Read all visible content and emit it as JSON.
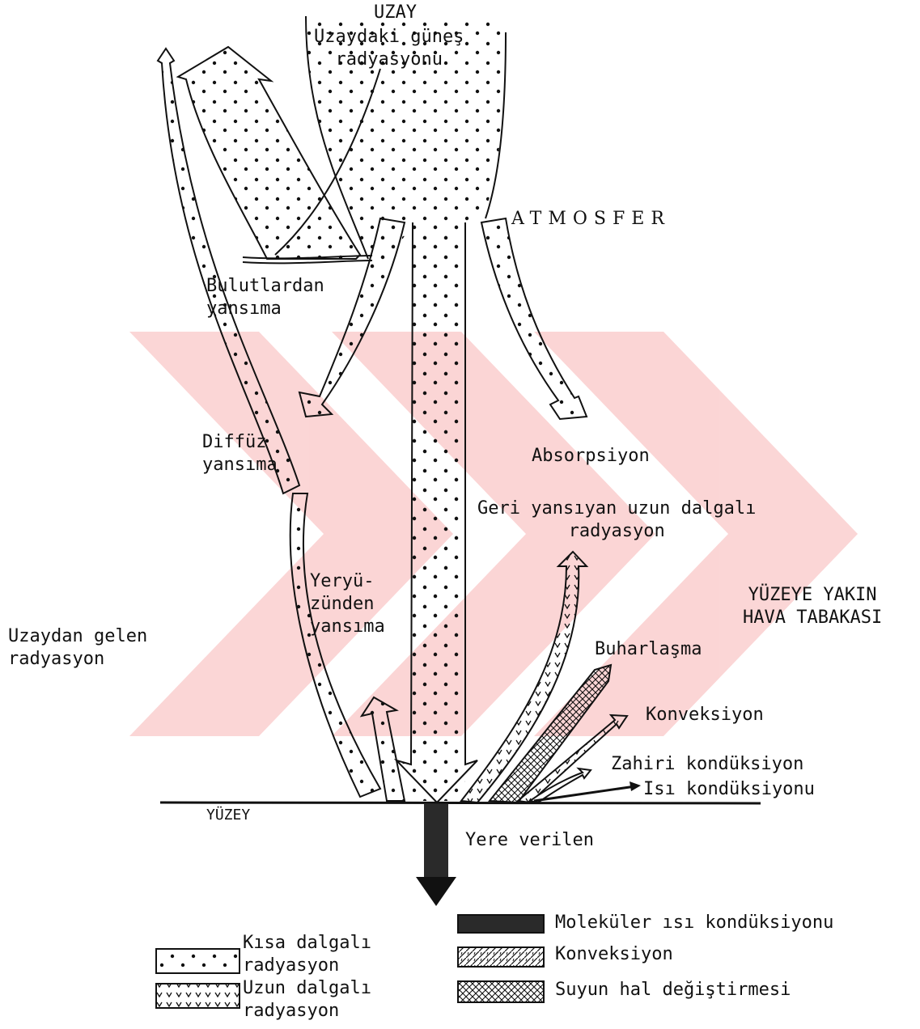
{
  "labels": {
    "space": "UZAY",
    "solar_radiation": "Uzaydaki güneş\nradyasyonu",
    "atmosphere": "ATMOSFER",
    "cloud_reflection": "Bulutlardan\nyansıma",
    "diffuse_reflection": "Diffüz\nyansıma",
    "absorption": "Absorpsiyon",
    "back_longwave": "Geri yansıyan uzun dalgalı\nradyasyon",
    "surface_air_layer": "YÜZEYE YAKIN\nHAVA TABAKASI",
    "incoming_space": "Uzaydan gelen\nradyasyon",
    "surface_reflection": "Yeryü-\nzünden\nyansıma",
    "evaporation": "Buharlaşma",
    "convection": "Konveksiyon",
    "apparent_conduction": "Zahiri kondüksiyon",
    "heat_conduction": "Isı kondüksiyonu",
    "surface": "YÜZEY",
    "to_ground": "Yere verilen"
  },
  "legend": [
    {
      "key": "short_wave",
      "label": "Kısa dalgalı\nradyasyon",
      "pattern": "dots"
    },
    {
      "key": "long_wave",
      "label": "Uzun dalgalı\nradyasyon",
      "pattern": "v-marks"
    },
    {
      "key": "molecular",
      "label": "Moleküler ısı kondüksiyonu",
      "pattern": "solid-dark"
    },
    {
      "key": "convection",
      "label": "Konveksiyon",
      "pattern": "hatch"
    },
    {
      "key": "phase_change",
      "label": "Suyun hal değiştirmesi",
      "pattern": "cross-hatch"
    }
  ]
}
